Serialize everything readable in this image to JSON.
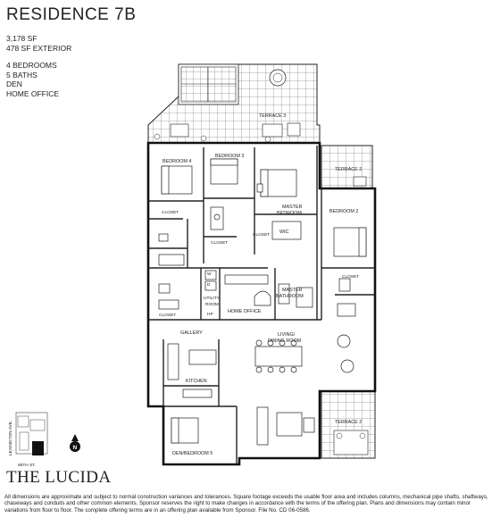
{
  "header": {
    "title": "RESIDENCE 7B",
    "interior_area": "3,178 SF",
    "exterior_area": "478 SF EXTERIOR",
    "features": [
      "4 BEDROOMS",
      "5 BATHS",
      "DEN",
      "HOME OFFICE"
    ]
  },
  "rooms": {
    "terrace_top": "TERRACE 3",
    "terrace_right_top": "TERRACE 2",
    "terrace_right_bottom": "TERRACE 2",
    "bedroom4": "BEDROOM 4",
    "bedroom3": "BEDROOM 3",
    "master_bedroom_1": "MASTER",
    "master_bedroom_2": "BEDROOM",
    "bedroom2": "BEDROOM 2",
    "closet_b4": "CLOSET",
    "closet_b3": "CLOSET",
    "closet_master": "CLOSET",
    "wic": "WIC",
    "closet_b2": "CLOSET",
    "closet_lower": "CLOSET",
    "washer": "W",
    "dryer": "D",
    "utility_1": "UTILITY",
    "utility_2": "ROOM",
    "hp": "HP",
    "home_office": "HOME OFFICE",
    "master_bath_1": "MASTER",
    "master_bath_2": "BATHROOM",
    "gallery": "GALLERY",
    "living_1": "LIVING/",
    "living_2": "DINING ROOM",
    "kitchen": "KITCHEN",
    "den": "DEN/BEDROOM 5"
  },
  "keyplan": {
    "street_vertical": "LEXINGTON AVE.",
    "street_horizontal": "85TH ST.",
    "north_symbol": "N"
  },
  "brand": "THE LUCIDA",
  "disclaimer": "All dimensions are approximate and subject to normal construction variances and tolerances. Square footage exceeds the usable floor area and includes columns, mechanical pipe shafts, shaftways, chaseways and conduits and other common elements. Sponsor reserves the right to make changes in accordance with the terms of the offering plan. Plans and dimensions may contain minor variations from floor to floor. The complete offering terms are in an offering plan available from Sponsor. File No. CD 06-0586."
}
